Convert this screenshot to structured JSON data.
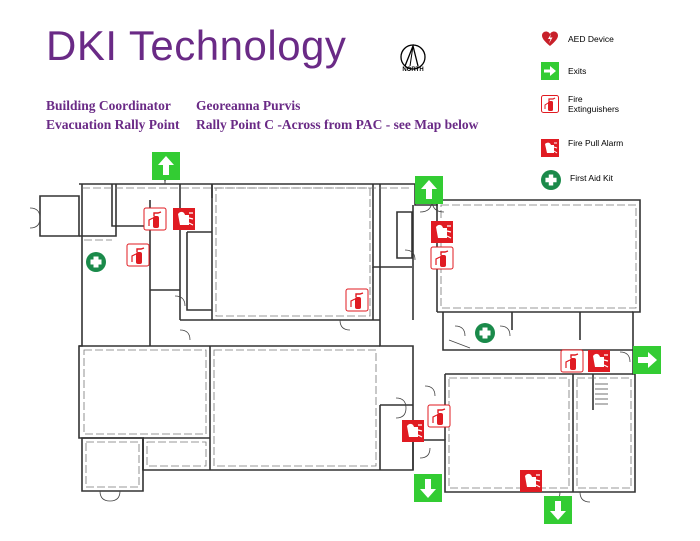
{
  "title": "DKI Technology",
  "info": {
    "coordinator_label": "Building Coordinator",
    "coordinator_value": "Georeanna Purvis",
    "rally_label": "Evacuation Rally Point",
    "rally_value": "Rally Point C -Across from PAC - see Map below"
  },
  "north_label": "NORTH",
  "legend": {
    "aed": "AED Device",
    "exits": "Exits",
    "extinguisher_line1": "Fire",
    "extinguisher_line2": "Extinguishers",
    "pull_alarm": "Fire Pull Alarm",
    "first_aid": "First Aid Kit"
  },
  "colors": {
    "title_purple": "#6a2a86",
    "exit_green": "#33cc33",
    "fire_red": "#e01b22",
    "aid_green": "#1a8a4a",
    "aed_red": "#c8202a"
  },
  "icons": {
    "exit": "exit-arrow-icon",
    "extinguisher": "fire-extinguisher-icon",
    "pull_alarm": "fire-pull-alarm-icon",
    "first_aid": "first-aid-kit-icon",
    "aed": "aed-heart-icon",
    "north": "north-arrow-icon"
  }
}
